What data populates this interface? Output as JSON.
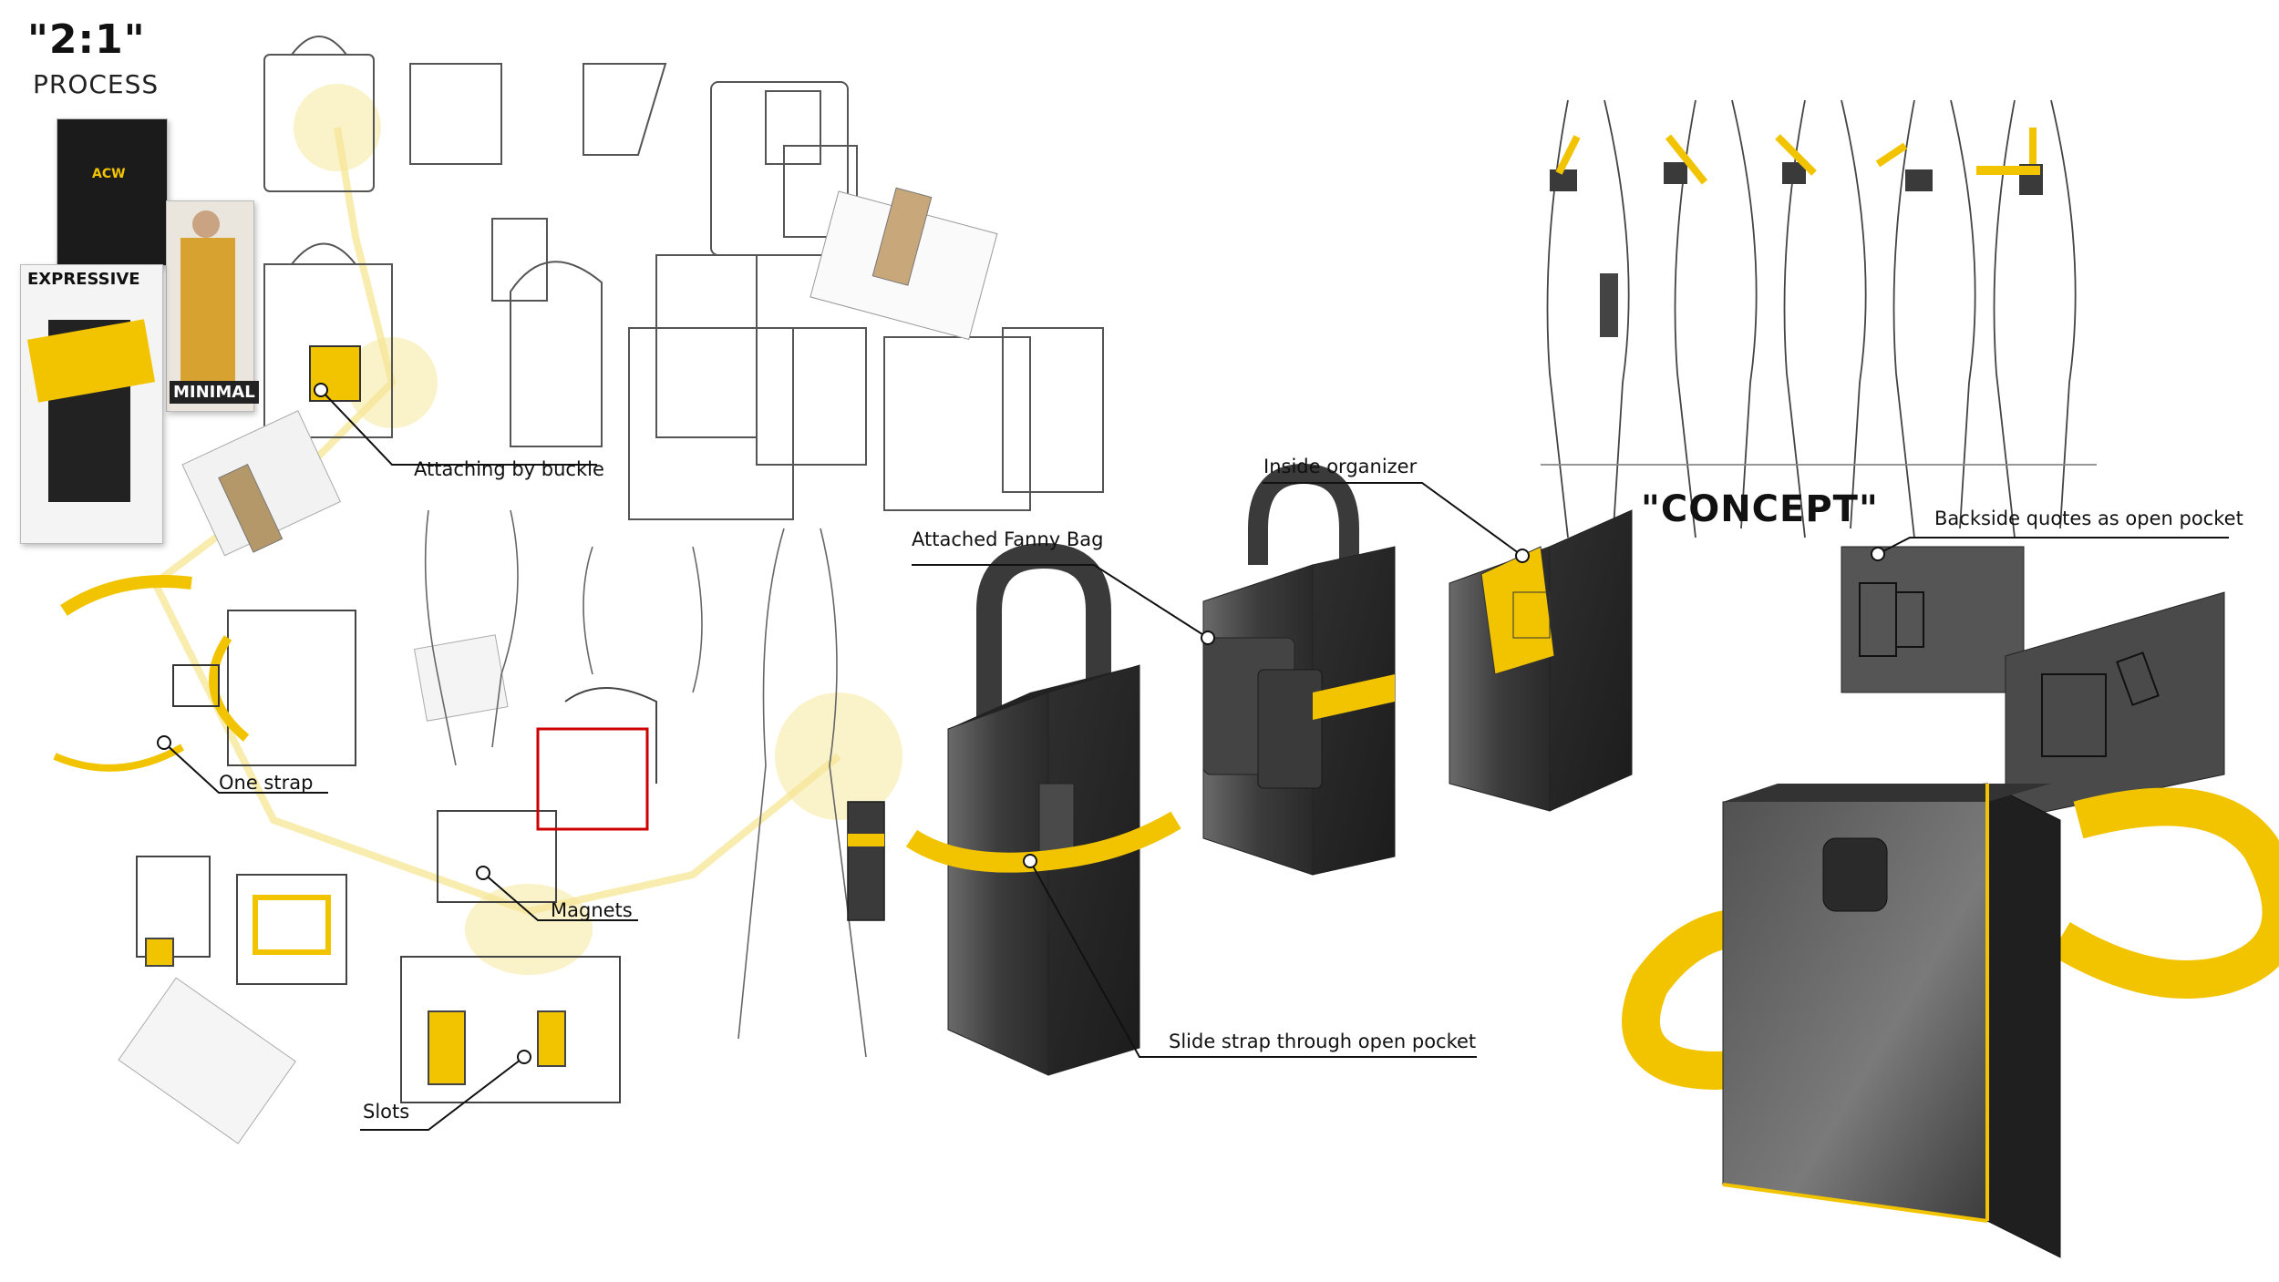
{
  "header": {
    "ratio": "\"2:1\"",
    "process": "PROCESS"
  },
  "moodboard": {
    "expressive": "EXPRESSIVE",
    "minimal": "MINIMAL",
    "jacket_print": "ACW"
  },
  "annotations": {
    "attaching_by_buckle": "Attaching by buckle",
    "one_strap": "One strap",
    "magnets": "Magnets",
    "slots": "Slots",
    "attached_fanny_bag": "Attached Fanny Bag",
    "inside_organizer": "Inside organizer",
    "backside_quotes": "Backside quotes as open pocket",
    "slide_strap": "Slide strap through open pocket"
  },
  "concept": {
    "label": "\"CONCEPT\""
  },
  "colors": {
    "accent_yellow": "#f2c400",
    "bag_dark": "#3a3a3a",
    "bag_mid": "#5a5a5a",
    "sketch_line": "#555555",
    "highlight": "#f6e79a"
  }
}
